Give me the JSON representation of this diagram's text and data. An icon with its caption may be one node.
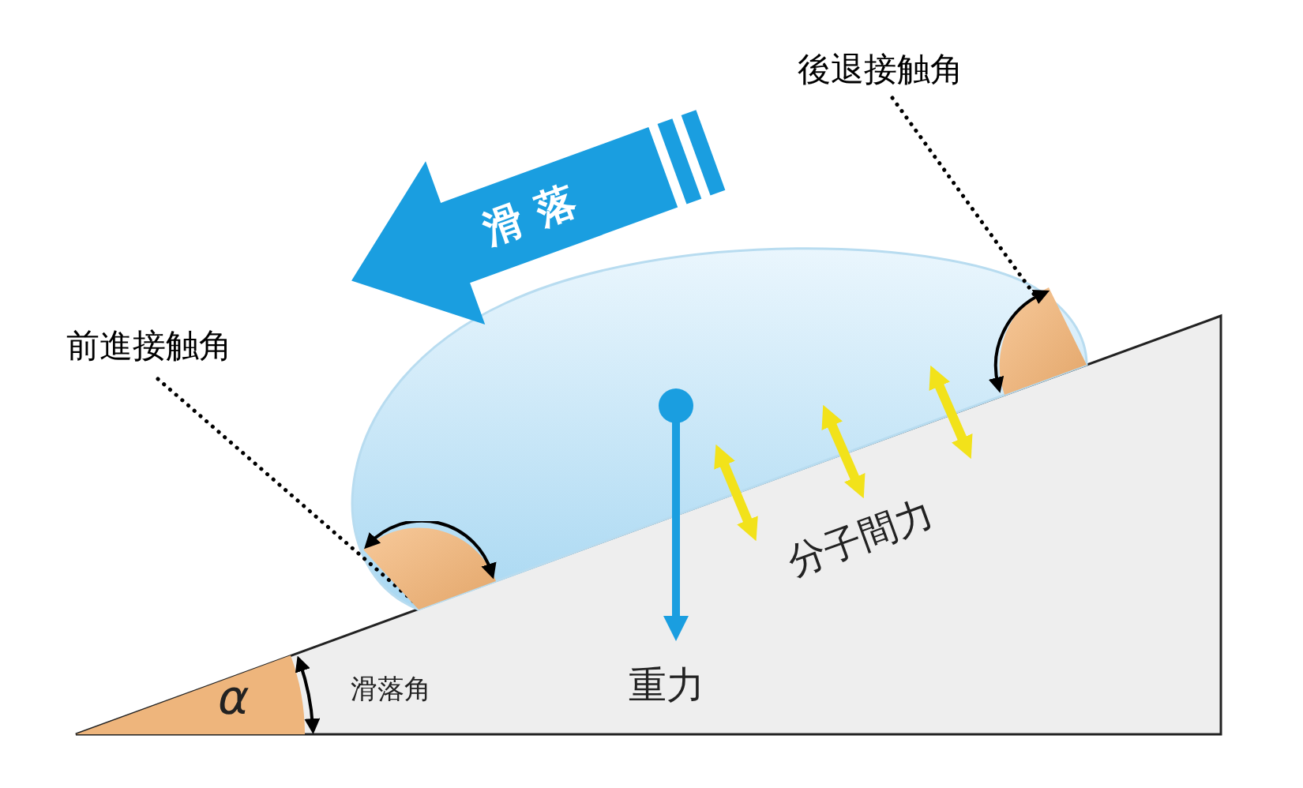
{
  "diagram": {
    "nodes": [
      {
        "text": [
          "前進接触角"
        ]
      },
      {
        "text": [],
        "shape": "sector"
      },
      {
        "text": [
          "後退接触角"
        ]
      },
      {
        "text": [],
        "shape": "sector"
      }
    ],
    "edges": [
      {
        "from": 0,
        "to": 1,
        "arrow": "none"
      },
      {
        "from": 2,
        "to": 3,
        "arrow": "none"
      }
    ],
    "labels": [
      "滑落",
      "分子間力",
      "重力",
      "α",
      "滑落角"
    ]
  }
}
